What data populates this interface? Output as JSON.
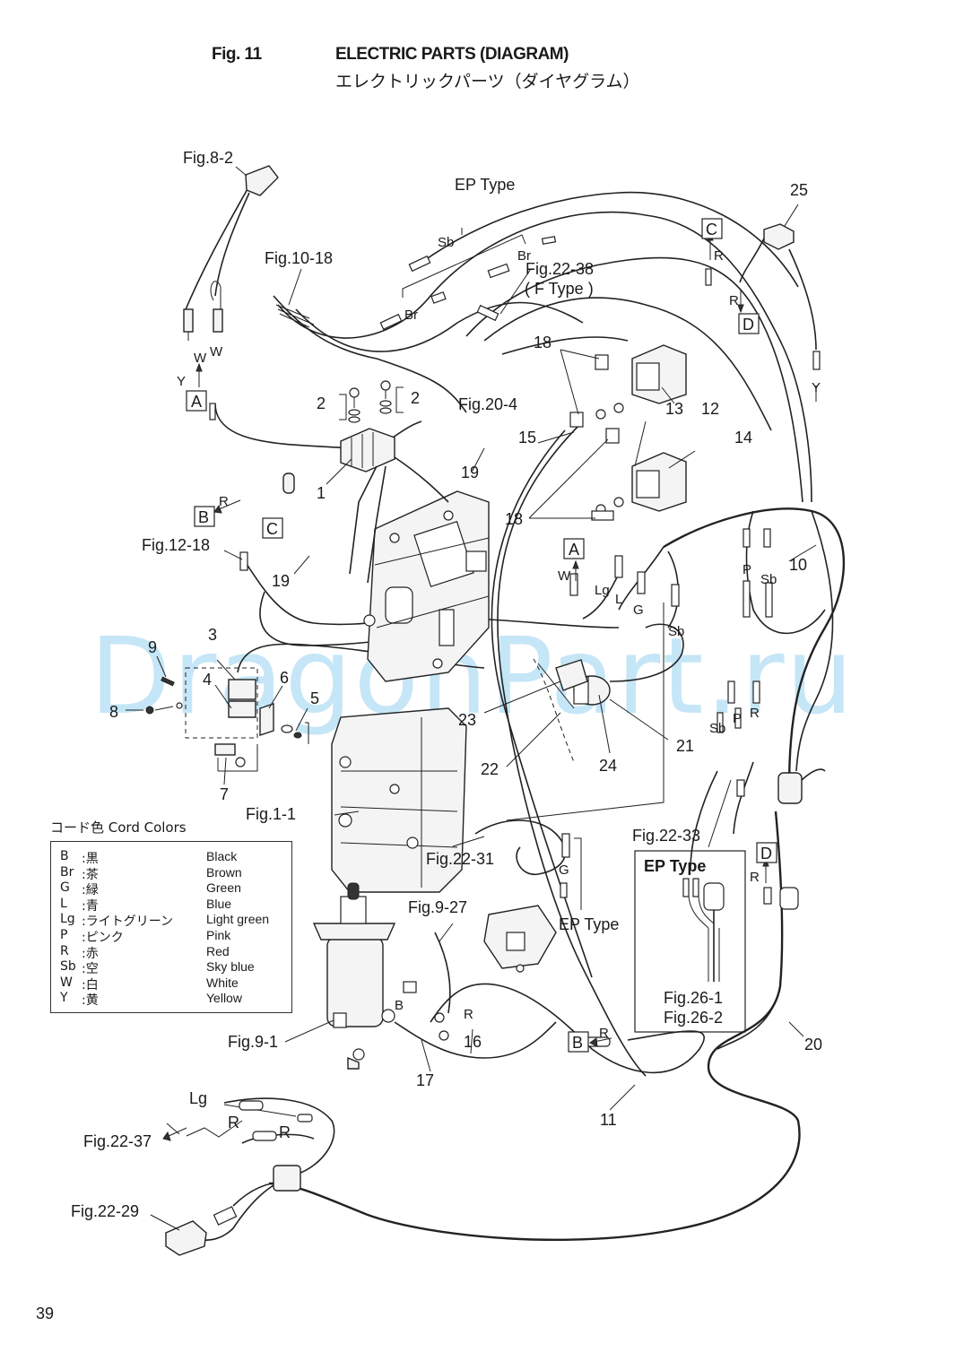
{
  "header": {
    "fig_number": "Fig. 11",
    "title": "ELECTRIC PARTS (DIAGRAM)",
    "subtitle_jp": "エレクトリックパーツ（ダイヤグラム）"
  },
  "watermark": "DragonPart.ru",
  "page_number": "39",
  "part_numbers": {
    "p1": "1",
    "p2a": "2",
    "p2b": "2",
    "p3": "3",
    "p4": "4",
    "p5": "5",
    "p6": "6",
    "p7": "7",
    "p8": "8",
    "p9": "9",
    "p10": "10",
    "p11": "11",
    "p12": "12",
    "p13": "13",
    "p14": "14",
    "p15": "15",
    "p16": "16",
    "p17": "17",
    "p18a": "18",
    "p18b": "18",
    "p19a": "19",
    "p19b": "19",
    "p20": "20",
    "p21": "21",
    "p22": "22",
    "p23": "23",
    "p24": "24",
    "p25": "25"
  },
  "references": {
    "fig8_2": "Fig.8-2",
    "fig10_18": "Fig.10-18",
    "fig22_38": "Fig.22-38",
    "f_type": "( F Type )",
    "fig20_4": "Fig.20-4",
    "fig12_18": "Fig.12-18",
    "fig1_1": "Fig.1-1",
    "fig22_31": "Fig.22-31",
    "fig9_27": "Fig.9-27",
    "fig22_33": "Fig.22-33",
    "fig26_1": "Fig.26-1",
    "fig26_2": "Fig.26-2",
    "fig9_1": "Fig.9-1",
    "fig22_37": "Fig.22-37",
    "fig22_29": "Fig.22-29",
    "ep_type_top": "EP Type",
    "ep_type_mid": "EP Type",
    "ep_type_box": "EP Type"
  },
  "connectors": {
    "a1": "A",
    "a2": "A",
    "b1": "B",
    "b2": "B",
    "c1": "C",
    "c2": "C",
    "d1": "D",
    "d2": "D"
  },
  "wire_letters": {
    "sb1": "Sb",
    "br1": "Br",
    "br2": "Br",
    "y1": "Y",
    "w1": "W",
    "w2": "W",
    "r_b": "R",
    "r_c": "R",
    "r_d": "R",
    "y2": "Y",
    "w3": "W",
    "lg1": "Lg",
    "l1": "L",
    "g1": "G",
    "sb2": "Sb",
    "p1": "P",
    "sb3": "Sb",
    "sb4": "Sb",
    "p2": "P",
    "r2": "R",
    "r_d2": "R",
    "g2": "G",
    "b_l": "B",
    "r_l": "R",
    "r_b2": "R",
    "lg2": "Lg",
    "r3": "R",
    "r4": "R"
  },
  "cord_colors": {
    "title": "コード色 Cord Colors",
    "rows": [
      {
        "code": "B",
        "jp": ":黒",
        "en": "Black"
      },
      {
        "code": "Br",
        "jp": ":茶",
        "en": "Brown"
      },
      {
        "code": "G",
        "jp": ":緑",
        "en": "Green"
      },
      {
        "code": "L",
        "jp": ":青",
        "en": "Blue"
      },
      {
        "code": "Lg",
        "jp": ":ライトグリーン",
        "en": "Light green"
      },
      {
        "code": "P",
        "jp": ":ピンク",
        "en": "Pink"
      },
      {
        "code": "R",
        "jp": ":赤",
        "en": "Red"
      },
      {
        "code": "Sb",
        "jp": ":空",
        "en": "Sky blue"
      },
      {
        "code": "W",
        "jp": ":白",
        "en": "White"
      },
      {
        "code": "Y",
        "jp": ":黄",
        "en": "Yellow"
      }
    ]
  }
}
